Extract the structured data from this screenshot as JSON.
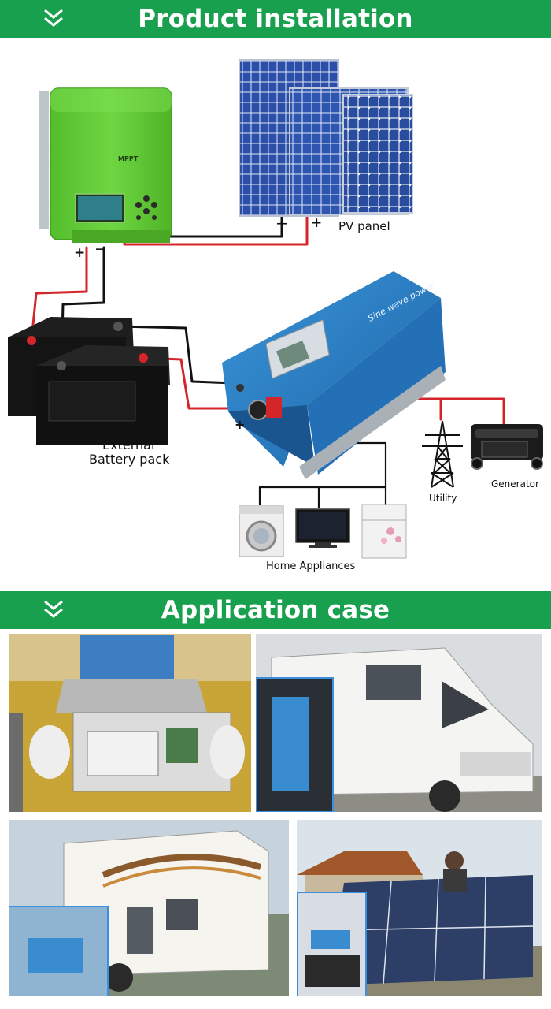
{
  "sections": {
    "installation": {
      "title": "Product installation",
      "icon": "double-chevron-down-icon"
    },
    "application": {
      "title": "Application case",
      "icon": "double-chevron-down-icon"
    }
  },
  "diagram": {
    "controller_brand": "MPPT",
    "pv_label": "PV panel",
    "pv_minus": "−",
    "pv_plus": "+",
    "controller_plus": "+",
    "controller_minus": "−",
    "battery_label_line1": "External",
    "battery_label_line2": "Battery pack",
    "inverter_minus": "−",
    "inverter_plus": "+",
    "inverter_brand": "Sine wave power",
    "utility_label": "Utility",
    "generator_label": "Generator",
    "appliances_label": "Home Appliances"
  },
  "colors": {
    "banner_green": "#18a04f",
    "controller_green": "#5cc832",
    "inverter_blue": "#2a7fc4",
    "wire_red": "#d4262a",
    "wire_black": "#111111",
    "panel_blue": "#2b4fa8"
  },
  "photos": [
    {
      "name": "photo-pump-control-box"
    },
    {
      "name": "photo-rv-motorhome"
    },
    {
      "name": "photo-caravan-installation"
    },
    {
      "name": "photo-rooftop-solar-array"
    }
  ]
}
